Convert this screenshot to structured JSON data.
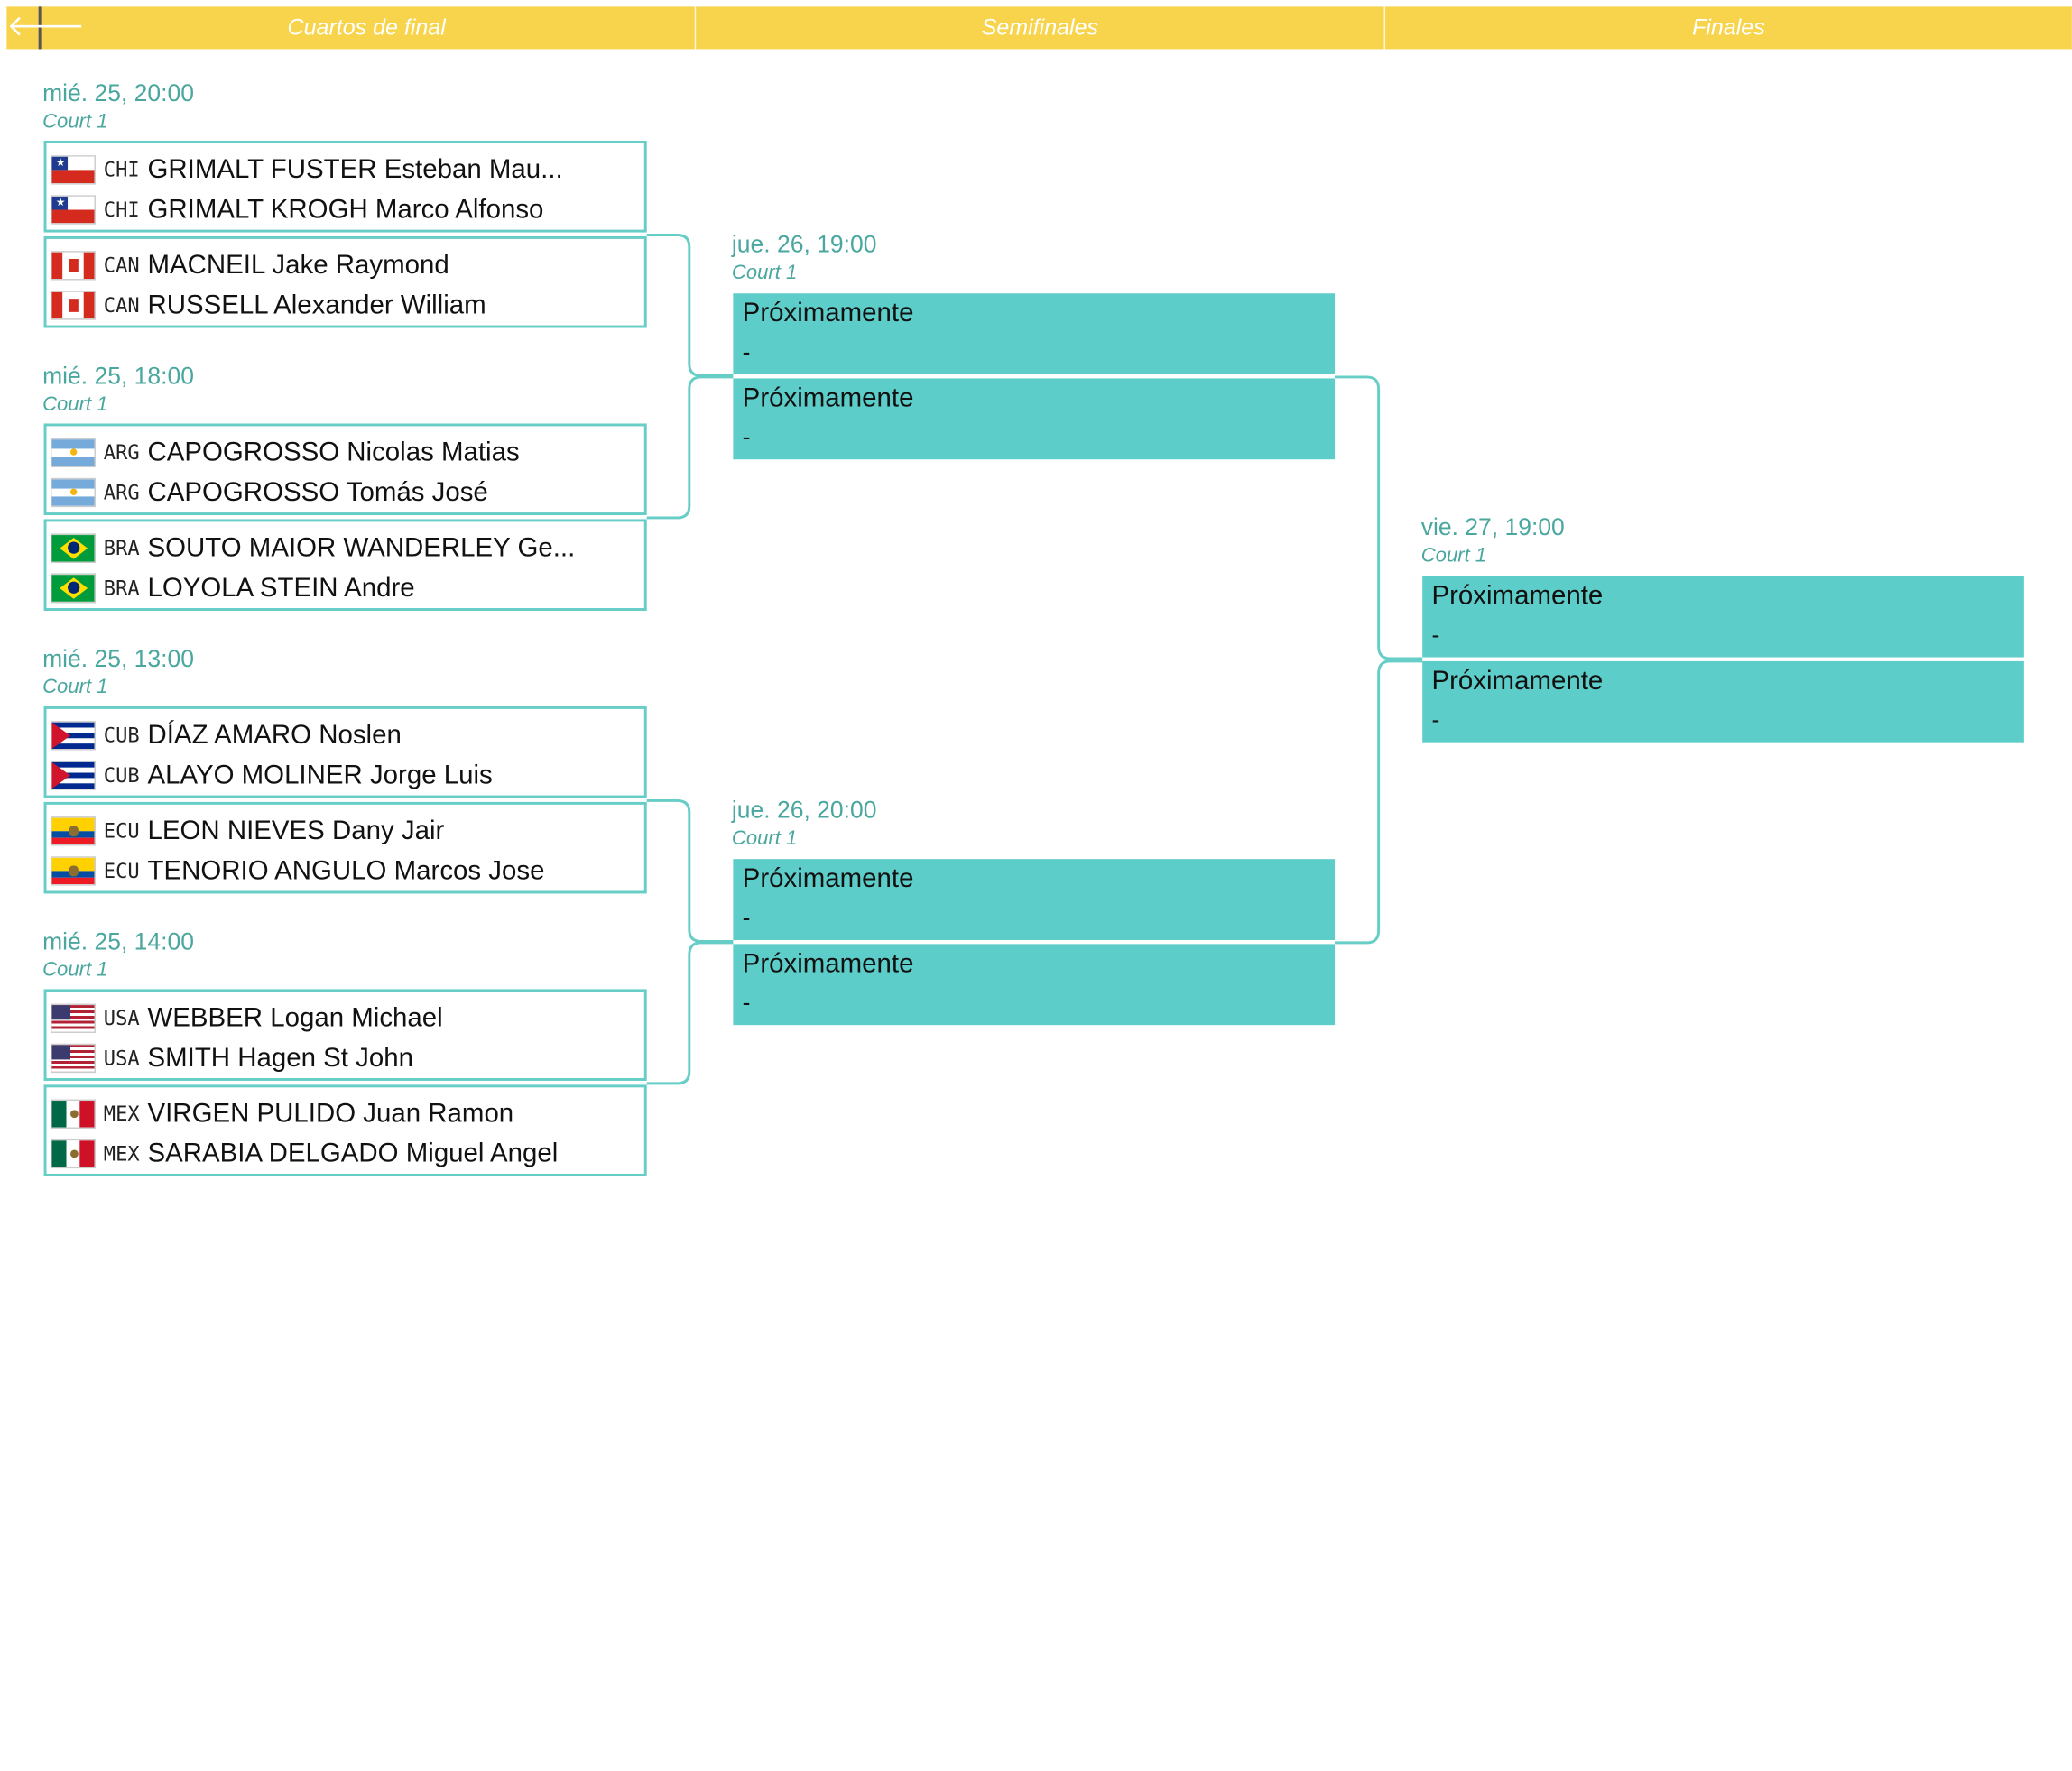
{
  "header": {
    "back_icon": "arrow-left-icon",
    "back_glyph": "🡐",
    "columns": [
      "Cuartos de final",
      "Semifinales",
      "Finales"
    ],
    "bg_color": "#f7d44c"
  },
  "colors": {
    "accent": "#4aa79f",
    "pending_bg": "#5dcdc9",
    "border": "#66cdc7"
  },
  "quarterfinals": [
    {
      "date": "mié. 25, 20:00",
      "court": "Court 1",
      "teams": [
        {
          "players": [
            {
              "flag": "chi",
              "code": "CHI",
              "name": "GRIMALT FUSTER Esteban Mau..."
            },
            {
              "flag": "chi",
              "code": "CHI",
              "name": "GRIMALT KROGH Marco Alfonso"
            }
          ]
        },
        {
          "players": [
            {
              "flag": "can",
              "code": "CAN",
              "name": "MACNEIL Jake Raymond"
            },
            {
              "flag": "can",
              "code": "CAN",
              "name": "RUSSELL Alexander William"
            }
          ]
        }
      ]
    },
    {
      "date": "mié. 25, 18:00",
      "court": "Court 1",
      "teams": [
        {
          "players": [
            {
              "flag": "arg",
              "code": "ARG",
              "name": "CAPOGROSSO Nicolas Matias"
            },
            {
              "flag": "arg",
              "code": "ARG",
              "name": "CAPOGROSSO Tomás José"
            }
          ]
        },
        {
          "players": [
            {
              "flag": "bra",
              "code": "BRA",
              "name": "SOUTO MAIOR WANDERLEY Ge..."
            },
            {
              "flag": "bra",
              "code": "BRA",
              "name": "LOYOLA STEIN Andre"
            }
          ]
        }
      ]
    },
    {
      "date": "mié. 25, 13:00",
      "court": "Court 1",
      "teams": [
        {
          "players": [
            {
              "flag": "cub",
              "code": "CUB",
              "name": "DÍAZ AMARO Noslen"
            },
            {
              "flag": "cub",
              "code": "CUB",
              "name": "ALAYO MOLINER Jorge Luis"
            }
          ]
        },
        {
          "players": [
            {
              "flag": "ecu",
              "code": "ECU",
              "name": "LEON NIEVES Dany Jair"
            },
            {
              "flag": "ecu",
              "code": "ECU",
              "name": "TENORIO ANGULO Marcos Jose"
            }
          ]
        }
      ]
    },
    {
      "date": "mié. 25, 14:00",
      "court": "Court 1",
      "teams": [
        {
          "players": [
            {
              "flag": "usa",
              "code": "USA",
              "name": "WEBBER Logan Michael"
            },
            {
              "flag": "usa",
              "code": "USA",
              "name": "SMITH Hagen St John"
            }
          ]
        },
        {
          "players": [
            {
              "flag": "mex",
              "code": "MEX",
              "name": "VIRGEN PULIDO Juan Ramon"
            },
            {
              "flag": "mex",
              "code": "MEX",
              "name": "SARABIA DELGADO Miguel Angel"
            }
          ]
        }
      ]
    }
  ],
  "semifinals": [
    {
      "date": "jue. 26, 19:00",
      "court": "Court 1",
      "slots": [
        {
          "title": "Próximamente",
          "detail": "-"
        },
        {
          "title": "Próximamente",
          "detail": "-"
        }
      ]
    },
    {
      "date": "jue. 26, 20:00",
      "court": "Court 1",
      "slots": [
        {
          "title": "Próximamente",
          "detail": "-"
        },
        {
          "title": "Próximamente",
          "detail": "-"
        }
      ]
    }
  ],
  "finals": [
    {
      "date": "vie. 27, 19:00",
      "court": "Court 1",
      "slots": [
        {
          "title": "Próximamente",
          "detail": "-"
        },
        {
          "title": "Próximamente",
          "detail": "-"
        }
      ]
    }
  ]
}
